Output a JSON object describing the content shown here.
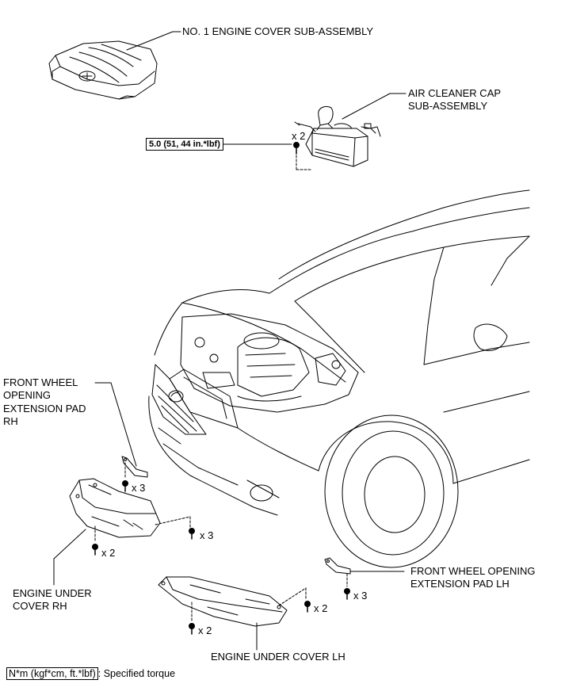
{
  "labels": {
    "engine_cover": "NO. 1 ENGINE COVER SUB-ASSEMBLY",
    "air_cleaner_cap": [
      "AIR CLEANER CAP",
      "SUB-ASSEMBLY"
    ],
    "fw_pad_rh": [
      "FRONT WHEEL",
      "OPENING",
      "EXTENSION PAD",
      "RH"
    ],
    "fw_pad_lh": [
      "FRONT WHEEL OPENING",
      "EXTENSION PAD LH"
    ],
    "under_cover_rh": [
      "ENGINE UNDER",
      "COVER RH"
    ],
    "under_cover_lh": "ENGINE UNDER COVER LH"
  },
  "torque": {
    "air_cleaner": "5.0 (51, 44 in.*lbf)"
  },
  "quantities": {
    "air_cleaner_bolts": "x 2",
    "rh_pad_screws": "x 3",
    "rh_cover_mid": "x 3",
    "rh_cover_low": "x 2",
    "lh_pad_screws": "x 3",
    "lh_cover_right": "x 2",
    "lh_cover_left": "x 2"
  },
  "legend": {
    "unit": "N*m (kgf*cm, ft.*lbf)",
    "text": ": Specified torque"
  }
}
